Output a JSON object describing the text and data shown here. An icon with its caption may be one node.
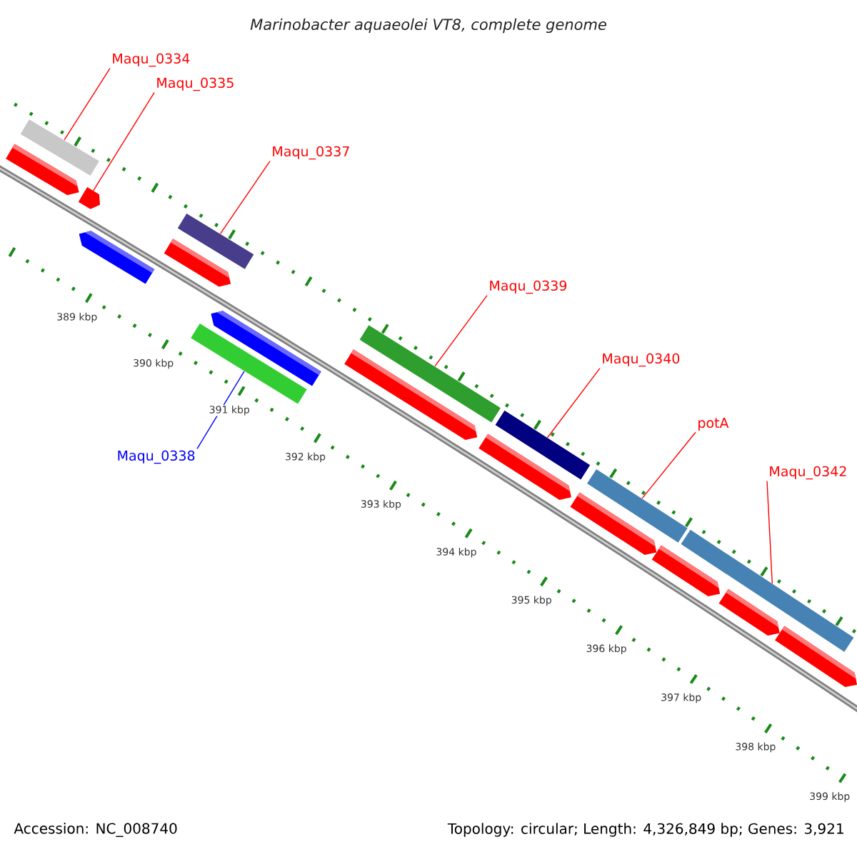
{
  "diagram": {
    "title": "Marinobacter aquaeolei VT8, complete genome",
    "nodes": [
      {
        "text": [
          "Maqu_0334"
        ]
      },
      {
        "text": [],
        "shape": "box"
      },
      {
        "text": [
          "Maqu_0335"
        ]
      },
      {
        "text": [],
        "shape": "arrow"
      },
      {
        "text": [
          "Maqu_0337"
        ]
      },
      {
        "text": [],
        "shape": "box"
      },
      {
        "text": [
          "Maqu_0338"
        ]
      },
      {
        "text": [],
        "shape": "box"
      },
      {
        "text": [
          "Maqu_0339"
        ]
      },
      {
        "text": [],
        "shape": "box"
      },
      {
        "text": [
          "Maqu_0340"
        ]
      },
      {
        "text": [],
        "shape": "box"
      },
      {
        "text": [
          "potA"
        ]
      },
      {
        "text": [],
        "shape": "box"
      },
      {
        "text": [
          "Maqu_0342"
        ]
      },
      {
        "text": [],
        "shape": "box"
      }
    ],
    "edges": [
      {
        "from": 0,
        "to": 1,
        "arrow": "none"
      },
      {
        "from": 2,
        "to": 3,
        "arrow": "none"
      },
      {
        "from": 4,
        "to": 5,
        "arrow": "none"
      },
      {
        "from": 6,
        "to": 7,
        "arrow": "none",
        "color": "#0000ff"
      },
      {
        "from": 8,
        "to": 9,
        "arrow": "none"
      },
      {
        "from": 10,
        "to": 11,
        "arrow": "none"
      },
      {
        "from": 12,
        "to": 13,
        "arrow": "none"
      },
      {
        "from": 14,
        "to": 15,
        "arrow": "none"
      }
    ],
    "labels": [
      "389 kbp",
      "390 kbp",
      "391 kbp",
      "392 kbp",
      "393 kbp",
      "394 kbp",
      "395 kbp",
      "396 kbp",
      "397 kbp",
      "398 kbp",
      "399 kbp",
      "Accession: NC_008740",
      "Topology: circular; Length: 4,326,849 bp; Genes: 3,921"
    ]
  }
}
